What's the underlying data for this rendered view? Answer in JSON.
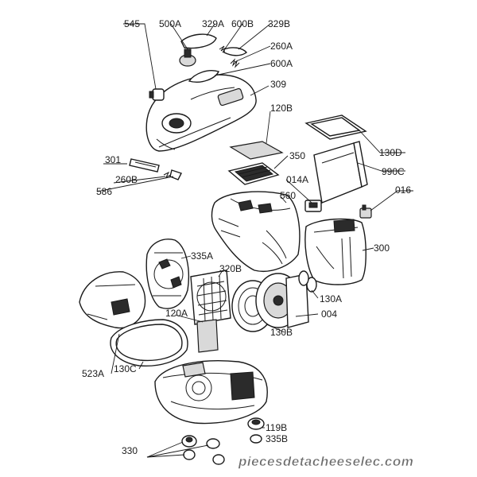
{
  "diagram": {
    "part_labels": [
      {
        "id": "545",
        "text": "545"
      },
      {
        "id": "500A",
        "text": "500A"
      },
      {
        "id": "329A",
        "text": "329A"
      },
      {
        "id": "600B",
        "text": "600B"
      },
      {
        "id": "329B",
        "text": "329B"
      },
      {
        "id": "260A",
        "text": "260A"
      },
      {
        "id": "600A",
        "text": "600A"
      },
      {
        "id": "309",
        "text": "309"
      },
      {
        "id": "120B",
        "text": "120B"
      },
      {
        "id": "130D",
        "text": "130D"
      },
      {
        "id": "990C",
        "text": "990C"
      },
      {
        "id": "016",
        "text": "016"
      },
      {
        "id": "350",
        "text": "350"
      },
      {
        "id": "014A",
        "text": "014A"
      },
      {
        "id": "560",
        "text": "560"
      },
      {
        "id": "301",
        "text": "301"
      },
      {
        "id": "260B",
        "text": "260B"
      },
      {
        "id": "586",
        "text": "586"
      },
      {
        "id": "300",
        "text": "300"
      },
      {
        "id": "335A",
        "text": "335A"
      },
      {
        "id": "320B",
        "text": "320B"
      },
      {
        "id": "120A",
        "text": "120A"
      },
      {
        "id": "130A",
        "text": "130A"
      },
      {
        "id": "004",
        "text": "004"
      },
      {
        "id": "130B",
        "text": "130B"
      },
      {
        "id": "523A",
        "text": "523A"
      },
      {
        "id": "130C",
        "text": "130C"
      },
      {
        "id": "330",
        "text": "330"
      },
      {
        "id": "119B",
        "text": "119B"
      },
      {
        "id": "335B",
        "text": "335B"
      }
    ],
    "watermark": "piecesdetacheeselec.com"
  }
}
